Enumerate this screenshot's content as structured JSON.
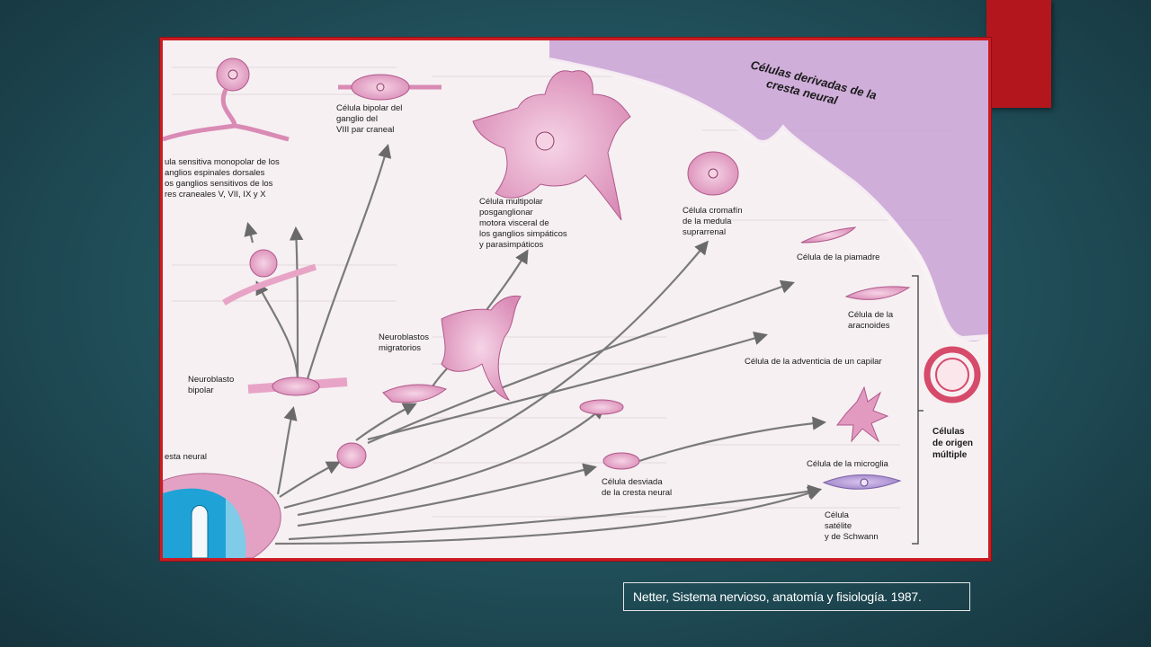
{
  "slide": {
    "caption": "Netter, Sistema nervioso, anatomía y fisiología. 1987."
  },
  "diagram": {
    "title_line1": "Células derivadas de la",
    "title_line2": "cresta neural",
    "labels": {
      "monopolar_1": "ula sensitiva monopolar de los",
      "monopolar_2": "anglios espinales dorsales",
      "monopolar_3": "os ganglios sensitivos de los",
      "monopolar_4": "res craneales V, VII, IX y X",
      "bipolar_viii_1": "Célula bipolar del",
      "bipolar_viii_2": "ganglio del",
      "bipolar_viii_3": "VIII par craneal",
      "multipolar_1": "Célula multipolar",
      "multipolar_2": "posganglionar",
      "multipolar_3": "motora visceral de",
      "multipolar_4": "los ganglios simpáticos",
      "multipolar_5": "y parasimpáticos",
      "cromafin_1": "Célula cromafín",
      "cromafin_2": "de la medula",
      "cromafin_3": "suprarrenal",
      "piamadre": "Célula de la piamadre",
      "aracnoides_1": "Célula de la",
      "aracnoides_2": "aracnoides",
      "adventicia": "Célula de la adventicia de un capilar",
      "origen_1": "Células",
      "origen_2": "de origen",
      "origen_3": "múltiple",
      "microglia": "Célula de la microglia",
      "satelite_1": "Célula",
      "satelite_2": "satélite",
      "satelite_3": "y de Schwann",
      "desviada_1": "Célula desviada",
      "desviada_2": "de la cresta neural",
      "migratorios_1": "Neuroblastos",
      "migratorios_2": "migratorios",
      "neuroblasto_1": "Neuroblasto",
      "neuroblasto_2": "bipolar",
      "cresta": "esta neural"
    }
  },
  "colors": {
    "accent": "#b3161c",
    "frame": "#cc1b22",
    "cell_pink": "#e9a8c8",
    "tissue_purple": "#c9a2d6",
    "neural_tube": "#1fa3d6"
  }
}
